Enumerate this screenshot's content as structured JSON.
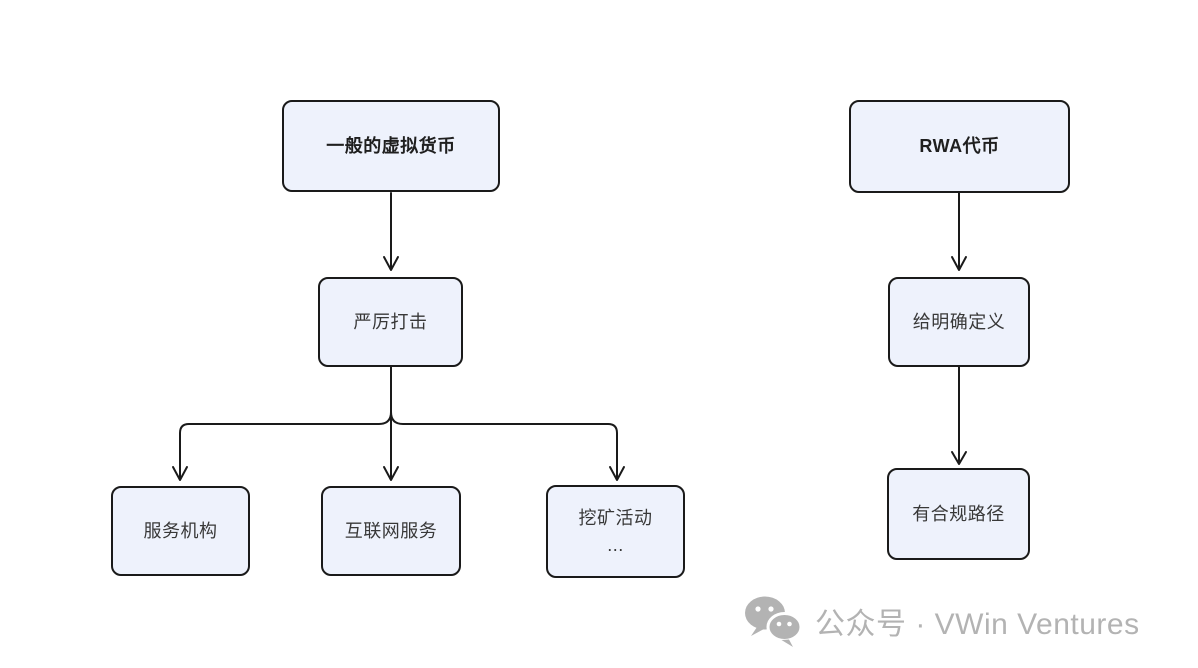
{
  "colors": {
    "background": "#ffffff",
    "box_fill": "#eef2fc",
    "box_border": "#1a1a1a",
    "line": "#1a1a1a",
    "box_text": "#383838",
    "root_text": "#1f1f1f",
    "watermark": "#b3b3b3"
  },
  "left_flow": {
    "root": "一般的虚拟货币",
    "action": "严厉打击",
    "targets": [
      "服务机构",
      "互联网服务",
      "挖矿活动"
    ],
    "targets_more": "..."
  },
  "right_flow": {
    "root": "RWA代币",
    "step1": "给明确定义",
    "step2": "有合规路径"
  },
  "watermark": {
    "icon": "wechat-icon",
    "label": "公众号 · VWin Ventures"
  }
}
